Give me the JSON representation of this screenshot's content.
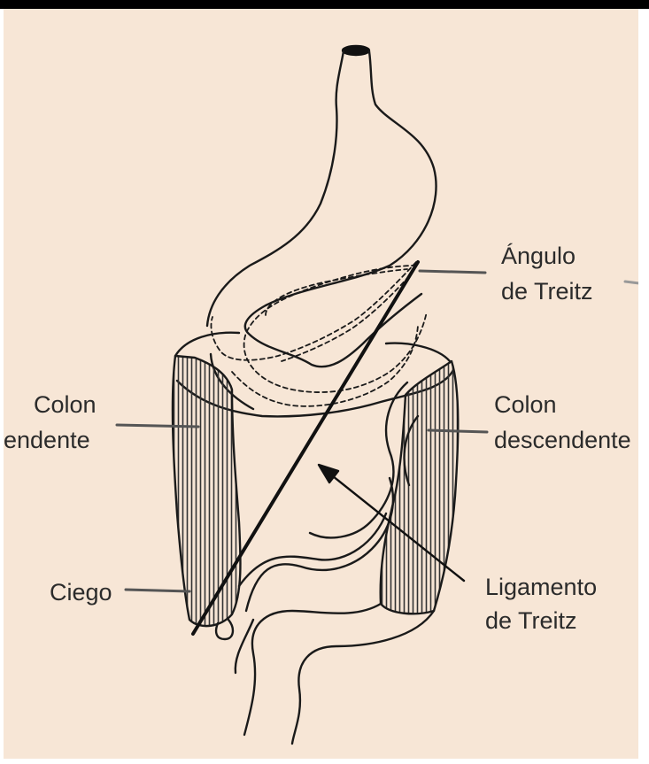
{
  "labels": {
    "angulo_line1": "Ángulo",
    "angulo_line2": "de Treitz",
    "colon_asc_line1": "Colon",
    "colon_asc_line2": "endente",
    "colon_desc_line1": "Colon",
    "colon_desc_line2": "descendente",
    "ciego": "Ciego",
    "ligamento_line1": "Ligamento",
    "ligamento_line2": "de Treitz"
  },
  "colors": {
    "background": "#f7e6d6",
    "ink": "#1a1a1a",
    "hatch": "#333333"
  }
}
